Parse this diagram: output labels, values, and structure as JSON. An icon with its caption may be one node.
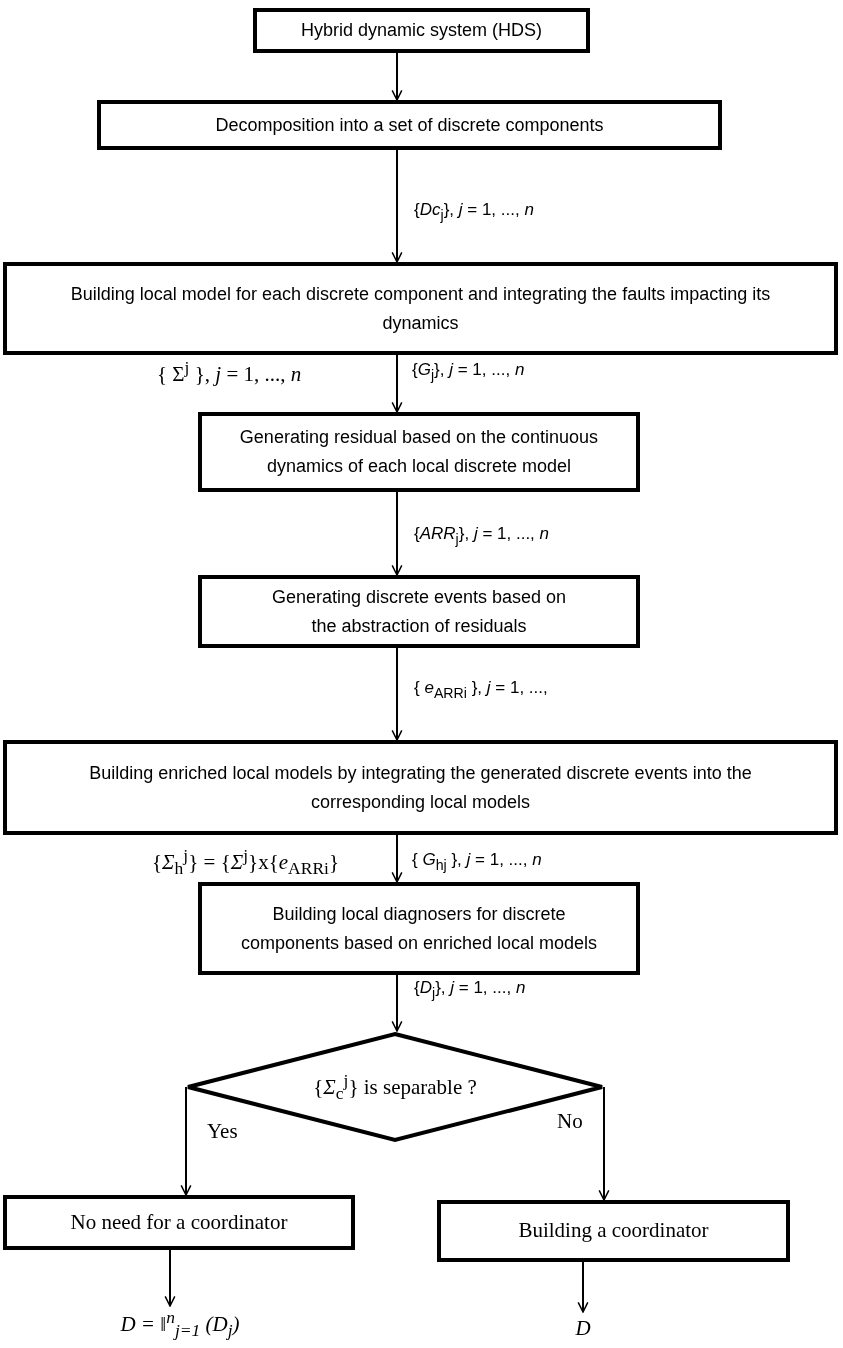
{
  "diagram": {
    "nodes": [
      {
        "text": [
          "Hybrid dynamic system (HDS)"
        ]
      },
      {
        "text": [
          "Decomposition into a set of discrete components"
        ]
      },
      {
        "text": [
          "Building local model for each discrete component and integrating the faults impacting its dynamics"
        ]
      },
      {
        "text": [
          "Generating residual based on the continuous dynamics of each local discrete model"
        ]
      },
      {
        "text": [
          "Generating discrete events based on the abstraction of residuals"
        ]
      },
      {
        "text": [
          "Building enriched local models by integrating the generated discrete events into the corresponding local models"
        ]
      },
      {
        "text": [
          "Building local diagnosers for discrete components based on enriched local models"
        ]
      },
      {
        "text": [
          "{*Σ*$_{c}$$^{j}$}  is separable ?"
        ]
      },
      {
        "text": [
          "No need for a coordinator"
        ]
      },
      {
        "text": [
          "Building a coordinator"
        ]
      },
      {
        "text": [
          "*D* =  ‖$^{n}$$_{j=1}$ (*D*$_{j}$)"
        ]
      },
      {
        "text": [
          "D"
        ]
      }
    ],
    "edges": [
      {
        "from": 0,
        "to": 1,
        "arrow": "to"
      },
      {
        "from": 1,
        "to": 2,
        "arrow": "to",
        "label": "{*Dc*$_{j}$}, *j* = 1, ..., *n*"
      },
      {
        "from": 2,
        "to": 3,
        "arrow": "to",
        "label": "{*G*$_{j}$}, *j* = 1, ..., *n*"
      },
      {
        "from": 3,
        "to": 4,
        "arrow": "to",
        "label": "{*ARR*$_{j}$}, *j* = 1, ..., *n*"
      },
      {
        "from": 4,
        "to": 5,
        "arrow": "to",
        "label": "{ *e*$_{ARRi}$ },  *j*  =  1,  ...,"
      },
      {
        "from": 5,
        "to": 6,
        "arrow": "to",
        "label": "{ *G*$_{hj}$ }, *j* = 1, ..., *n*"
      },
      {
        "from": 6,
        "to": 7,
        "arrow": "to",
        "label": "{*D*$_{j}$}, *j* = 1, ..., *n*"
      },
      {
        "from": 7,
        "to": 8,
        "arrow": "to",
        "label": "Yes"
      },
      {
        "from": 7,
        "to": 9,
        "arrow": "to",
        "label": "No"
      },
      {
        "from": 8,
        "to": 10,
        "arrow": "to"
      },
      {
        "from": 9,
        "to": 11,
        "arrow": "to"
      }
    ],
    "labels": [
      "{ Σ$^{j}$ }, *j* = 1, ..., *n*",
      "{*Σ*$_{h}$$^{j}$} = {*Σ*$^{j}$}x{*e*$_{ARRi}$}"
    ]
  }
}
